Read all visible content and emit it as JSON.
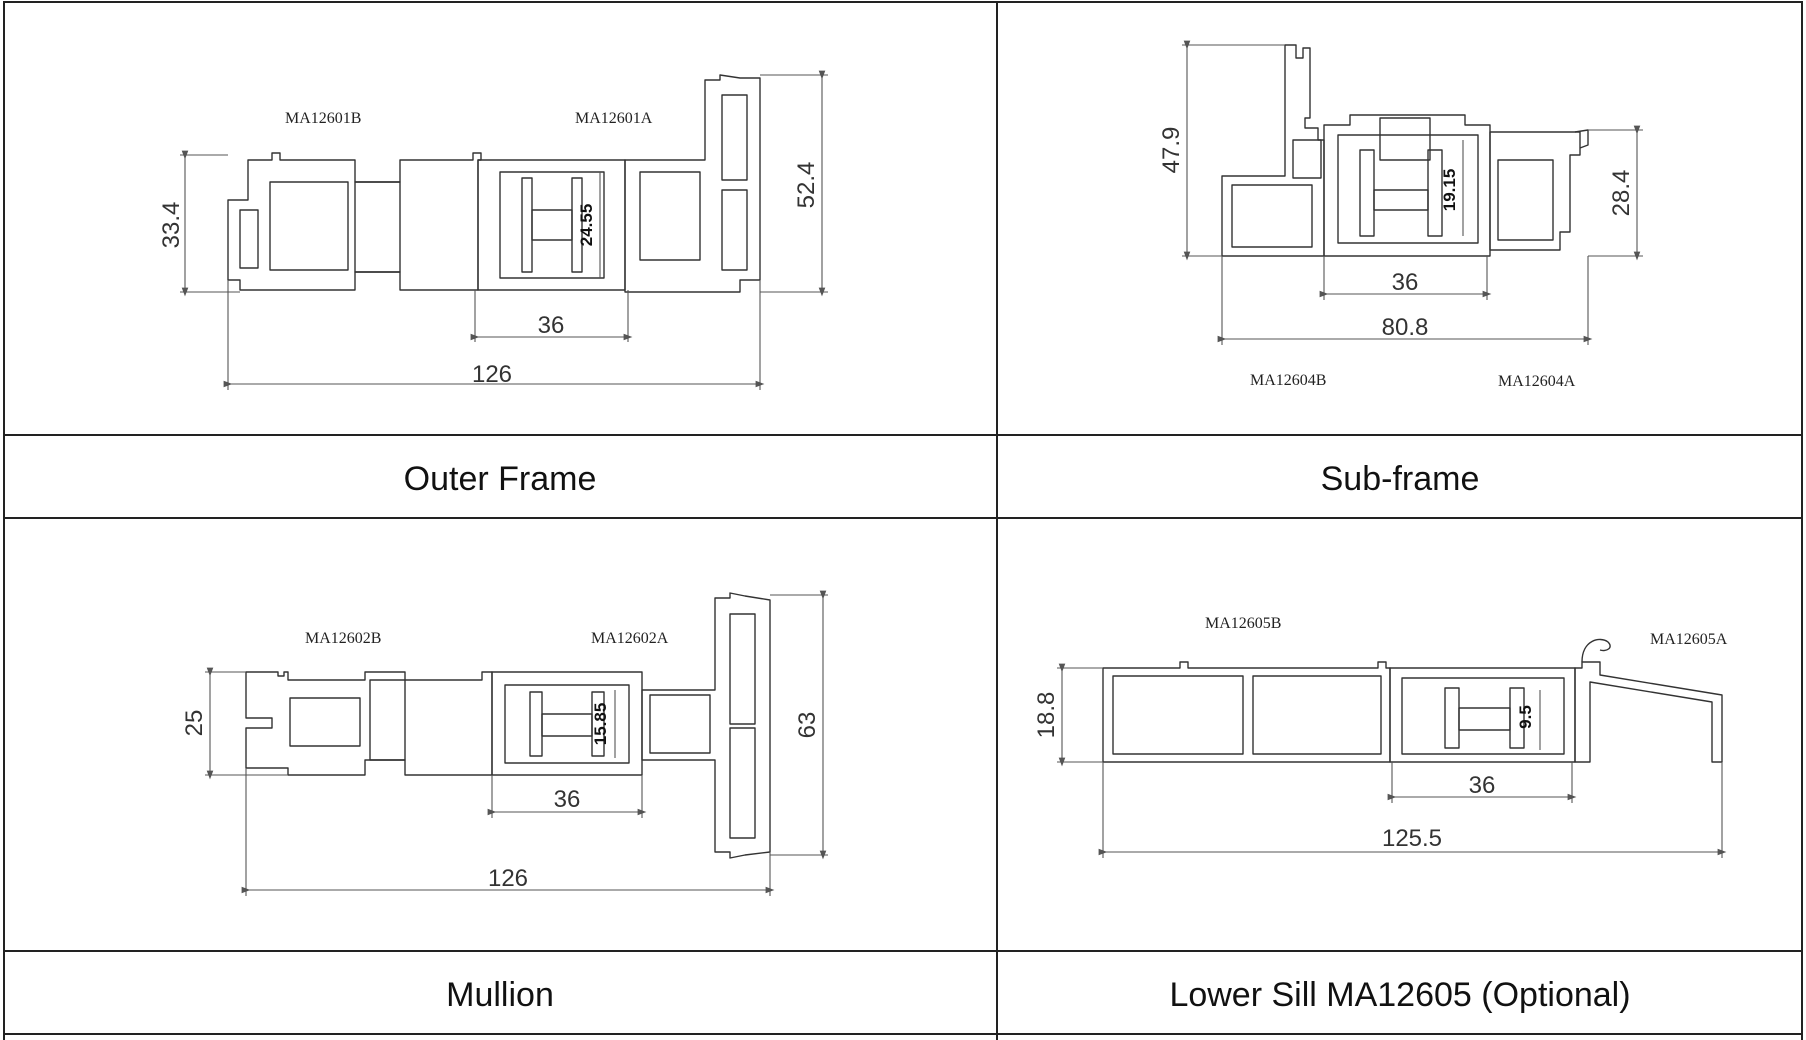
{
  "sections": {
    "outer_frame": {
      "caption": "Outer Frame",
      "codes": [
        "MA12601B",
        "MA12601A"
      ],
      "dims": {
        "height_left": "33.4",
        "height_right": "52.4",
        "inner": "24.55",
        "gap": "36",
        "overall": "126"
      }
    },
    "sub_frame": {
      "caption": "Sub-frame",
      "codes": [
        "MA12604B",
        "MA12604A"
      ],
      "dims": {
        "height_left": "47.9",
        "height_right": "28.4",
        "inner": "19.15",
        "gap": "36",
        "overall": "80.8"
      }
    },
    "mullion": {
      "caption": "Mullion",
      "codes": [
        "MA12602B",
        "MA12602A"
      ],
      "dims": {
        "height_left": "25",
        "height_right": "63",
        "inner": "15.85",
        "gap": "36",
        "overall": "126"
      }
    },
    "lower_sill": {
      "caption": "Lower Sill MA12605 (Optional)",
      "codes": [
        "MA12605B",
        "MA12605A"
      ],
      "dims": {
        "height_left": "18.8",
        "inner": "9.5",
        "gap": "36",
        "overall": "125.5"
      }
    }
  },
  "colors": {
    "line": "#333333",
    "grid": "#222222",
    "text": "#111111"
  }
}
